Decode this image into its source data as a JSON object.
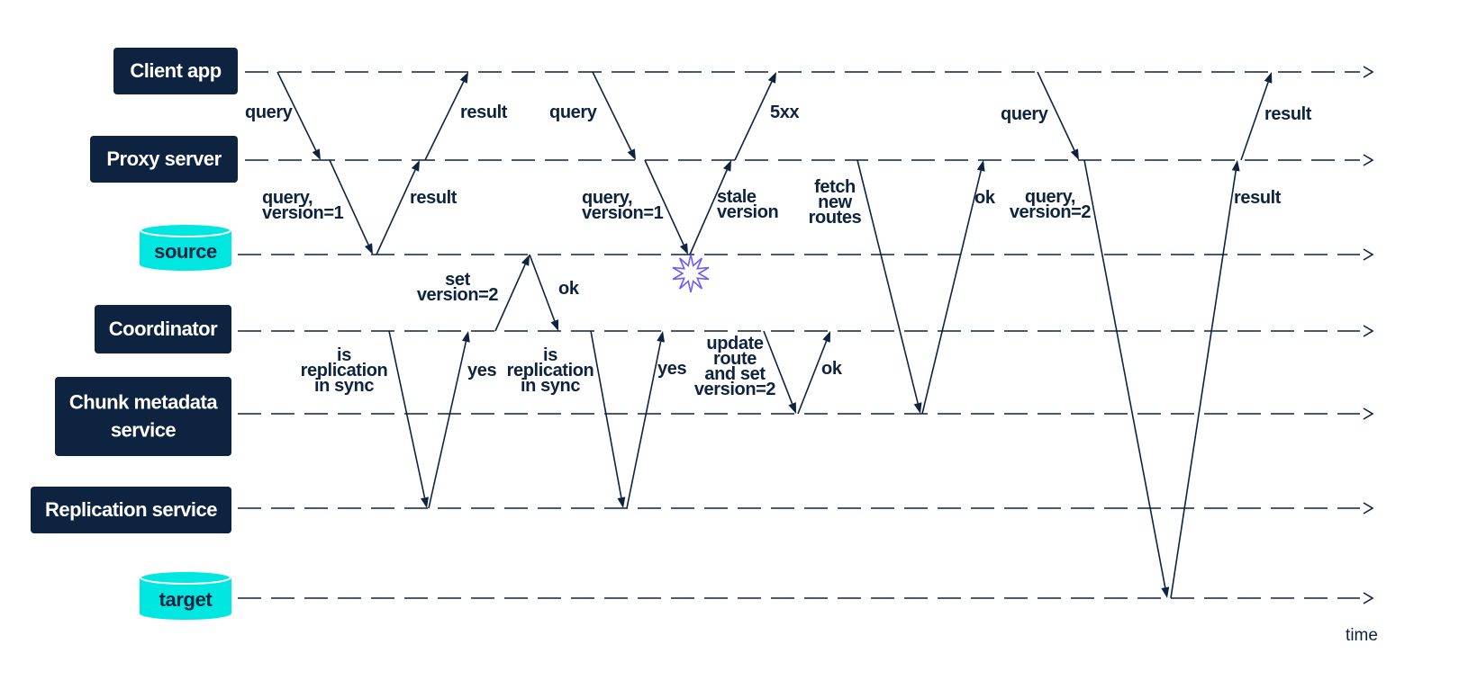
{
  "lanes": [
    {
      "id": "client",
      "label": "Client app",
      "shape": "box"
    },
    {
      "id": "proxy",
      "label": "Proxy server",
      "shape": "box"
    },
    {
      "id": "source",
      "label": "source",
      "shape": "cylinder"
    },
    {
      "id": "coord",
      "label": "Coordinator",
      "shape": "box"
    },
    {
      "id": "chunk",
      "label": [
        "Chunk metadata",
        "service"
      ],
      "shape": "box"
    },
    {
      "id": "repl",
      "label": "Replication service",
      "shape": "box"
    },
    {
      "id": "target",
      "label": "target",
      "shape": "cylinder"
    }
  ],
  "messages": [
    {
      "from": "client",
      "to": "proxy",
      "label": [
        "query"
      ]
    },
    {
      "from": "proxy",
      "to": "source",
      "label": [
        "query,",
        "version=1"
      ]
    },
    {
      "from": "source",
      "to": "proxy",
      "label": [
        "result"
      ]
    },
    {
      "from": "proxy",
      "to": "client",
      "label": [
        "result"
      ]
    },
    {
      "from": "coord",
      "to": "repl",
      "label": [
        "is",
        "replication",
        "in sync"
      ]
    },
    {
      "from": "repl",
      "to": "coord",
      "label": [
        "yes"
      ]
    },
    {
      "from": "coord",
      "to": "source",
      "label": [
        "set",
        "version=2"
      ]
    },
    {
      "from": "source",
      "to": "coord",
      "label": [
        "ok"
      ]
    },
    {
      "from": "client",
      "to": "proxy",
      "label": [
        "query"
      ]
    },
    {
      "from": "proxy",
      "to": "source",
      "label": [
        "query,",
        "version=1"
      ]
    },
    {
      "from": "source",
      "to": "proxy",
      "label": [
        "stale",
        "version"
      ]
    },
    {
      "from": "proxy",
      "to": "client",
      "label": [
        "5xx"
      ]
    },
    {
      "from": "coord",
      "to": "repl",
      "label": [
        "is",
        "replication",
        "in sync"
      ]
    },
    {
      "from": "repl",
      "to": "coord",
      "label": [
        "yes"
      ]
    },
    {
      "from": "coord",
      "to": "chunk",
      "label": [
        "update",
        "route",
        "and set",
        "version=2"
      ]
    },
    {
      "from": "chunk",
      "to": "coord",
      "label": [
        "ok"
      ]
    },
    {
      "from": "proxy",
      "to": "chunk",
      "label": [
        "fetch",
        "new",
        "routes"
      ]
    },
    {
      "from": "chunk",
      "to": "proxy",
      "label": [
        "ok"
      ]
    },
    {
      "from": "client",
      "to": "proxy",
      "label": [
        "query"
      ]
    },
    {
      "from": "proxy",
      "to": "target",
      "label": [
        "query,",
        "version=2"
      ]
    },
    {
      "from": "target",
      "to": "proxy",
      "label": [
        "result"
      ]
    },
    {
      "from": "proxy",
      "to": "client",
      "label": [
        "result"
      ]
    }
  ],
  "error_marker": {
    "icon": "burst-icon",
    "color": "#6b5cff"
  },
  "axis_label": "time",
  "colors": {
    "ink": "#0d2340",
    "cylinder": "#00e6e0",
    "background": "#ffffff"
  }
}
